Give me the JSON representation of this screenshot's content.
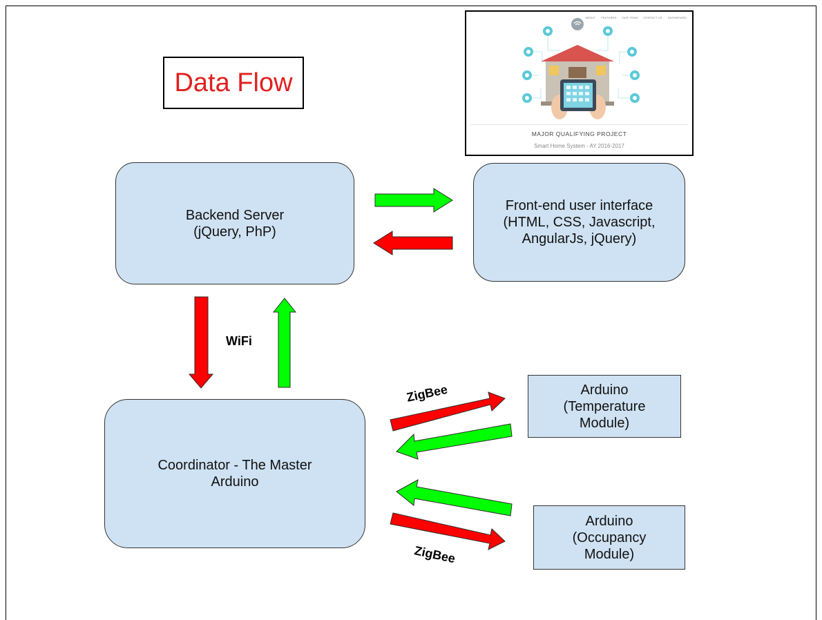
{
  "title": "Data Flow",
  "screenshot": {
    "nav": [
      "ABOUT",
      "FEATURES",
      "OUR TEAM",
      "CONTACT US",
      "DASHBOARD"
    ],
    "title": "MAJOR QUALIFYING PROJECT",
    "subtitle": "Smart Home System - AY 2016-2017"
  },
  "nodes": {
    "backend": "Backend Server\n(jQuery, PhP)",
    "frontend": "Front-end user interface\n(HTML, CSS, Javascript,\nAngularJs, jQuery)",
    "coordinator": "Coordinator - The Master\nArduino",
    "temperature": "Arduino\n(Temperature\nModule)",
    "occupancy": "Arduino\n(Occupancy\nModule)"
  },
  "labels": {
    "wifi": "WiFi",
    "zigbee_top": "ZigBee",
    "zigbee_bottom": "ZigBee"
  },
  "colors": {
    "node_fill": "#cfe2f3",
    "arrow_green": "#00ff00",
    "arrow_red": "#ff0000",
    "title_red": "#e02020"
  }
}
